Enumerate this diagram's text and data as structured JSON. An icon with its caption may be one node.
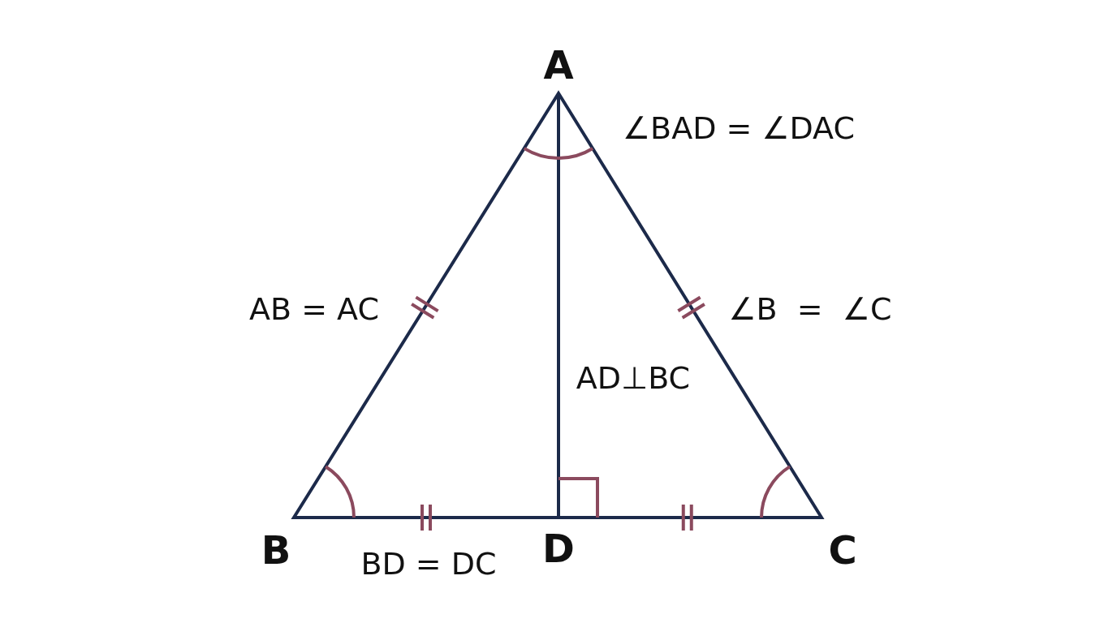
{
  "diagram": {
    "labels": [
      "A",
      "∠BAD = ∠DAC",
      "AB = AC",
      "∠B  =  ∠C",
      "AD⊥BC",
      "B",
      "D",
      "C",
      "BD = DC"
    ]
  }
}
